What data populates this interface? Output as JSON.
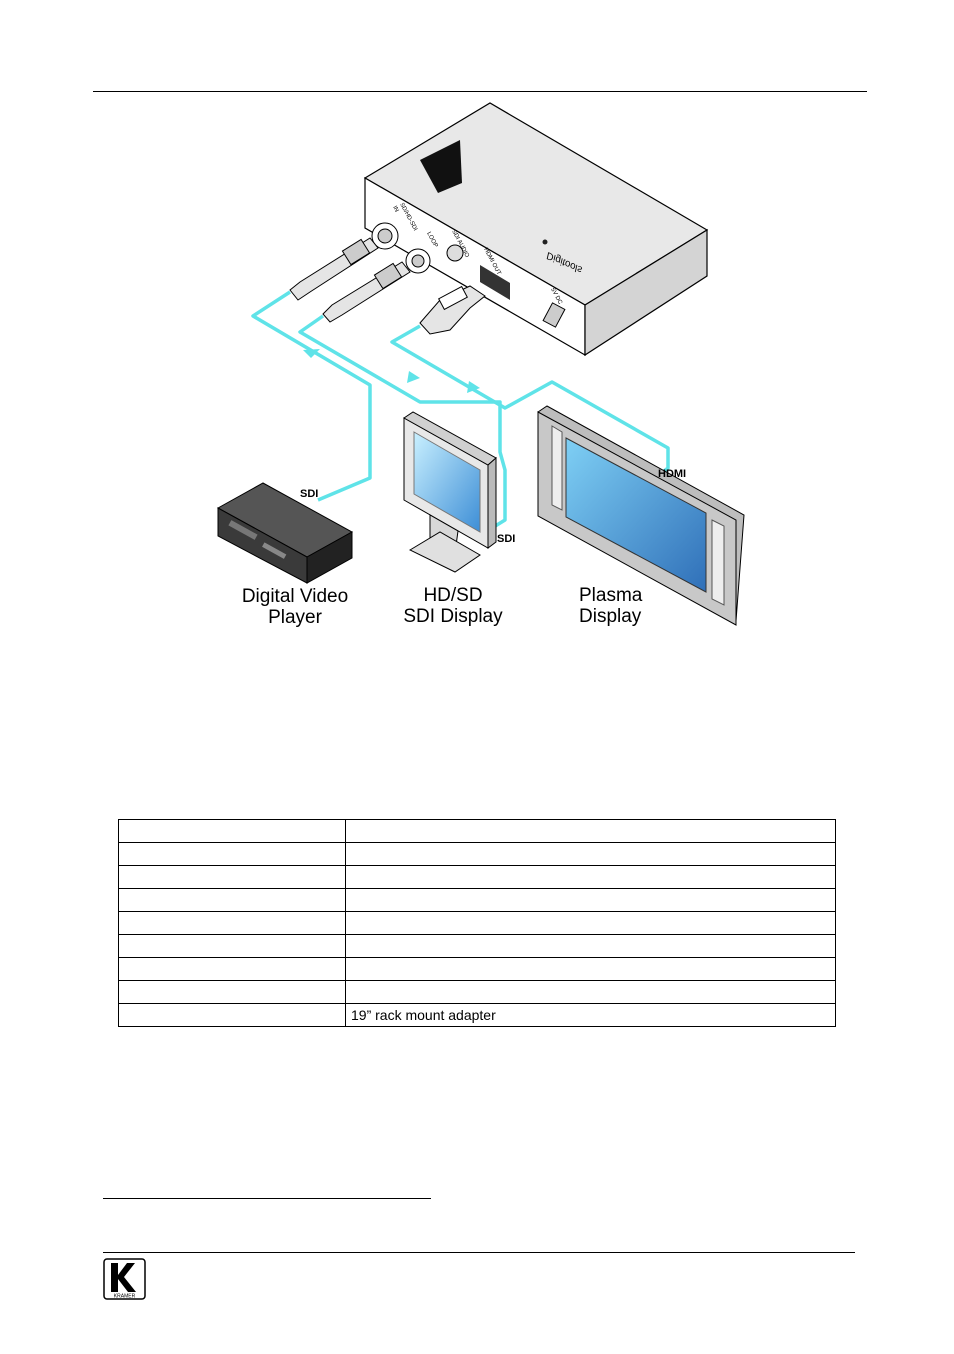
{
  "diagram": {
    "device_brand": "Digitools",
    "port_labels": {
      "sdi_in": "SD/HD-SDI",
      "in": "IN",
      "loop": "LOOP",
      "sdi_audio": "SDI AUDIO",
      "hdmi_out": "HDMI OUT",
      "power": "5V DC"
    },
    "cable_labels": {
      "sdi_player": "SDI",
      "sdi_display": "SDI",
      "hdmi": "HDMI"
    },
    "devices": {
      "player_line1": "Digital Video",
      "player_line2": "Player",
      "sdi_display_line1": "HD/SD",
      "sdi_display_line2": "SDI Display",
      "plasma_line1": "Plasma",
      "plasma_line2": "Display"
    }
  },
  "table": {
    "rows": [
      {
        "c1": "",
        "c2": ""
      },
      {
        "c1": "",
        "c2": ""
      },
      {
        "c1": "",
        "c2": ""
      },
      {
        "c1": "",
        "c2": ""
      },
      {
        "c1": "",
        "c2": ""
      },
      {
        "c1": "",
        "c2": ""
      },
      {
        "c1": "",
        "c2": ""
      },
      {
        "c1": "",
        "c2": ""
      },
      {
        "c1": "",
        "c2": "19” rack mount adapter"
      }
    ]
  },
  "footer": {
    "logo_text": "KRAMER"
  },
  "colors": {
    "cable": "#5fe3e8",
    "screen_light": "#b9e7ff",
    "screen_dark": "#3a7fc4"
  }
}
